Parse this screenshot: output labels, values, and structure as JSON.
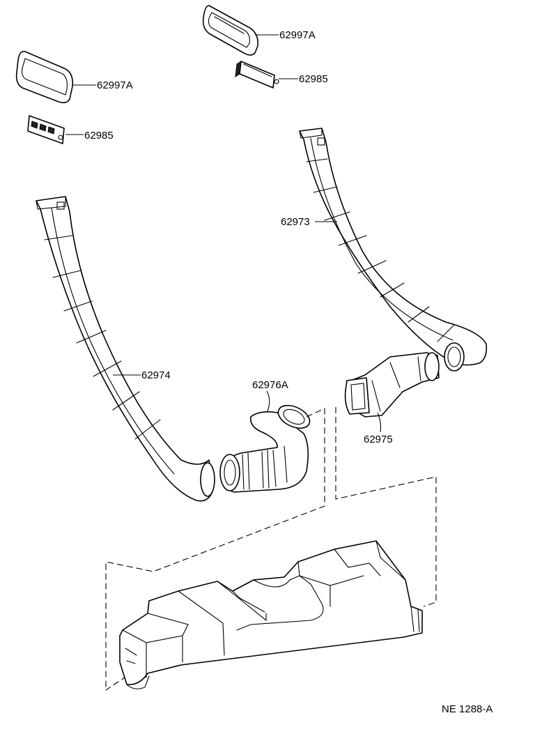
{
  "diagram": {
    "labels": {
      "l_62997A_top": "62997A",
      "l_62985_top": "62985",
      "l_62997A_left": "62997A",
      "l_62985_left": "62985",
      "l_62973": "62973",
      "l_62974": "62974",
      "l_62976A": "62976A",
      "l_62975": "62975"
    },
    "reference_code": "NE  1288-A"
  }
}
